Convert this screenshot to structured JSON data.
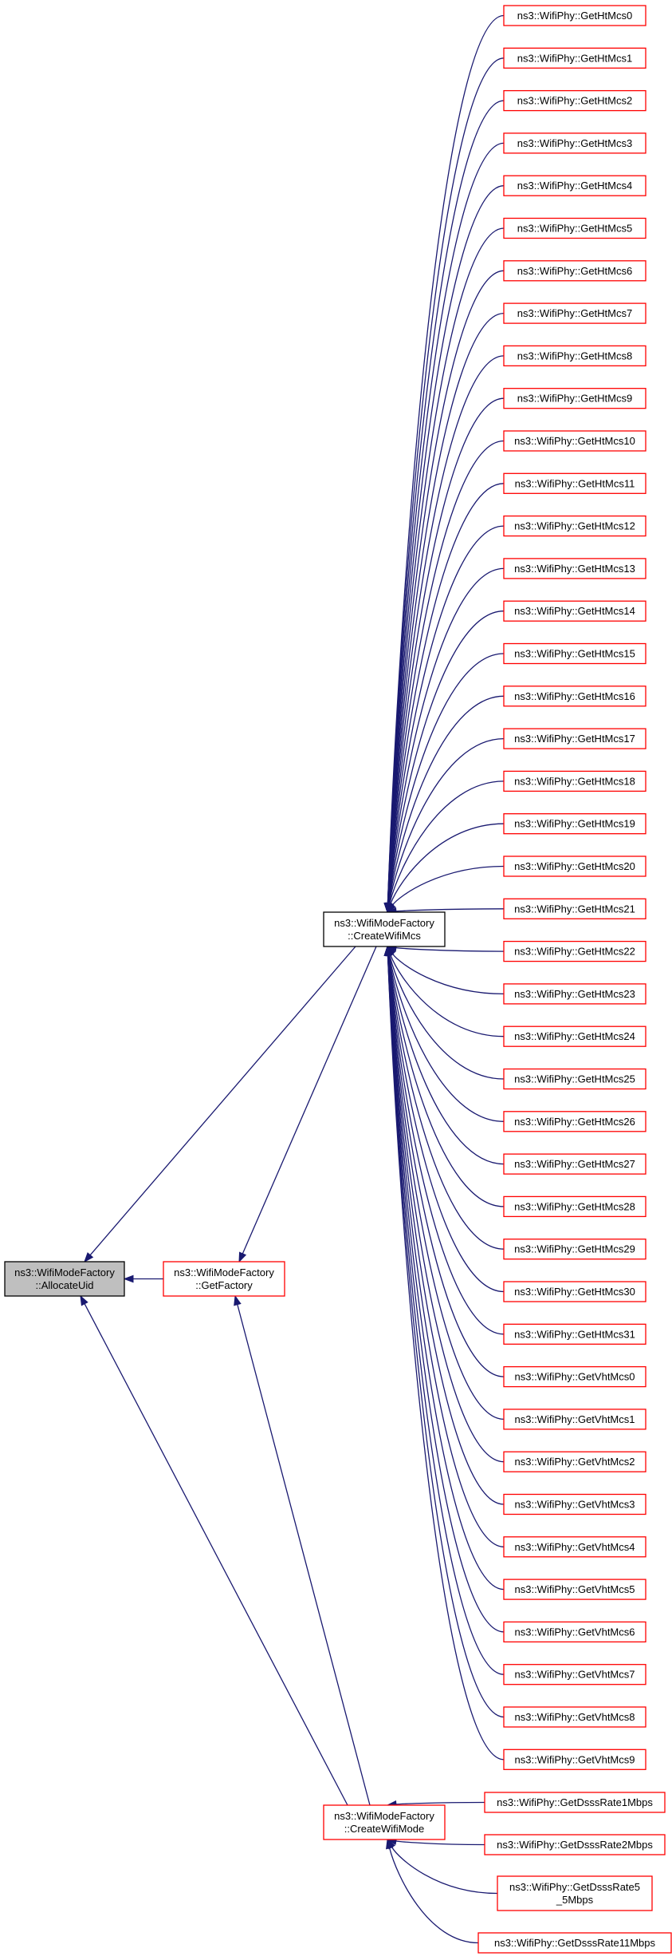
{
  "colors": {
    "edge": "#191970",
    "node_border_link": "#ff0000",
    "node_border_focus": "#000000",
    "node_fill_focus": "#bfbfbf",
    "node_fill": "#ffffff",
    "text": "#000000"
  },
  "graph": {
    "focus_node": {
      "id": "allocateuid",
      "lines": [
        "ns3::WifiModeFactory",
        "::AllocateUid"
      ]
    },
    "nodes": [
      {
        "id": "getfactory",
        "lines": [
          "ns3::WifiModeFactory",
          "::GetFactory"
        ]
      },
      {
        "id": "createwifimcs",
        "lines": [
          "ns3::WifiModeFactory",
          "::CreateWifiMcs"
        ],
        "border": "black"
      },
      {
        "id": "createwifimode",
        "lines": [
          "ns3::WifiModeFactory",
          "::CreateWifiMode"
        ]
      },
      {
        "id": "ht0",
        "lines": [
          "ns3::WifiPhy::GetHtMcs0"
        ]
      },
      {
        "id": "ht1",
        "lines": [
          "ns3::WifiPhy::GetHtMcs1"
        ]
      },
      {
        "id": "ht2",
        "lines": [
          "ns3::WifiPhy::GetHtMcs2"
        ]
      },
      {
        "id": "ht3",
        "lines": [
          "ns3::WifiPhy::GetHtMcs3"
        ]
      },
      {
        "id": "ht4",
        "lines": [
          "ns3::WifiPhy::GetHtMcs4"
        ]
      },
      {
        "id": "ht5",
        "lines": [
          "ns3::WifiPhy::GetHtMcs5"
        ]
      },
      {
        "id": "ht6",
        "lines": [
          "ns3::WifiPhy::GetHtMcs6"
        ]
      },
      {
        "id": "ht7",
        "lines": [
          "ns3::WifiPhy::GetHtMcs7"
        ]
      },
      {
        "id": "ht8",
        "lines": [
          "ns3::WifiPhy::GetHtMcs8"
        ]
      },
      {
        "id": "ht9",
        "lines": [
          "ns3::WifiPhy::GetHtMcs9"
        ]
      },
      {
        "id": "ht10",
        "lines": [
          "ns3::WifiPhy::GetHtMcs10"
        ]
      },
      {
        "id": "ht11",
        "lines": [
          "ns3::WifiPhy::GetHtMcs11"
        ]
      },
      {
        "id": "ht12",
        "lines": [
          "ns3::WifiPhy::GetHtMcs12"
        ]
      },
      {
        "id": "ht13",
        "lines": [
          "ns3::WifiPhy::GetHtMcs13"
        ]
      },
      {
        "id": "ht14",
        "lines": [
          "ns3::WifiPhy::GetHtMcs14"
        ]
      },
      {
        "id": "ht15",
        "lines": [
          "ns3::WifiPhy::GetHtMcs15"
        ]
      },
      {
        "id": "ht16",
        "lines": [
          "ns3::WifiPhy::GetHtMcs16"
        ]
      },
      {
        "id": "ht17",
        "lines": [
          "ns3::WifiPhy::GetHtMcs17"
        ]
      },
      {
        "id": "ht18",
        "lines": [
          "ns3::WifiPhy::GetHtMcs18"
        ]
      },
      {
        "id": "ht19",
        "lines": [
          "ns3::WifiPhy::GetHtMcs19"
        ]
      },
      {
        "id": "ht20",
        "lines": [
          "ns3::WifiPhy::GetHtMcs20"
        ]
      },
      {
        "id": "ht21",
        "lines": [
          "ns3::WifiPhy::GetHtMcs21"
        ]
      },
      {
        "id": "ht22",
        "lines": [
          "ns3::WifiPhy::GetHtMcs22"
        ]
      },
      {
        "id": "ht23",
        "lines": [
          "ns3::WifiPhy::GetHtMcs23"
        ]
      },
      {
        "id": "ht24",
        "lines": [
          "ns3::WifiPhy::GetHtMcs24"
        ]
      },
      {
        "id": "ht25",
        "lines": [
          "ns3::WifiPhy::GetHtMcs25"
        ]
      },
      {
        "id": "ht26",
        "lines": [
          "ns3::WifiPhy::GetHtMcs26"
        ]
      },
      {
        "id": "ht27",
        "lines": [
          "ns3::WifiPhy::GetHtMcs27"
        ]
      },
      {
        "id": "ht28",
        "lines": [
          "ns3::WifiPhy::GetHtMcs28"
        ]
      },
      {
        "id": "ht29",
        "lines": [
          "ns3::WifiPhy::GetHtMcs29"
        ]
      },
      {
        "id": "ht30",
        "lines": [
          "ns3::WifiPhy::GetHtMcs30"
        ]
      },
      {
        "id": "ht31",
        "lines": [
          "ns3::WifiPhy::GetHtMcs31"
        ]
      },
      {
        "id": "vht0",
        "lines": [
          "ns3::WifiPhy::GetVhtMcs0"
        ]
      },
      {
        "id": "vht1",
        "lines": [
          "ns3::WifiPhy::GetVhtMcs1"
        ]
      },
      {
        "id": "vht2",
        "lines": [
          "ns3::WifiPhy::GetVhtMcs2"
        ]
      },
      {
        "id": "vht3",
        "lines": [
          "ns3::WifiPhy::GetVhtMcs3"
        ]
      },
      {
        "id": "vht4",
        "lines": [
          "ns3::WifiPhy::GetVhtMcs4"
        ]
      },
      {
        "id": "vht5",
        "lines": [
          "ns3::WifiPhy::GetVhtMcs5"
        ]
      },
      {
        "id": "vht6",
        "lines": [
          "ns3::WifiPhy::GetVhtMcs6"
        ]
      },
      {
        "id": "vht7",
        "lines": [
          "ns3::WifiPhy::GetVhtMcs7"
        ]
      },
      {
        "id": "vht8",
        "lines": [
          "ns3::WifiPhy::GetVhtMcs8"
        ]
      },
      {
        "id": "vht9",
        "lines": [
          "ns3::WifiPhy::GetVhtMcs9"
        ]
      },
      {
        "id": "dsss1",
        "lines": [
          "ns3::WifiPhy::GetDsssRate1Mbps"
        ]
      },
      {
        "id": "dsss2",
        "lines": [
          "ns3::WifiPhy::GetDsssRate2Mbps"
        ]
      },
      {
        "id": "dsss55",
        "lines": [
          "ns3::WifiPhy::GetDsssRate5",
          "_5Mbps"
        ]
      },
      {
        "id": "dsss11",
        "lines": [
          "ns3::WifiPhy::GetDsssRate11Mbps"
        ]
      }
    ],
    "edges": [
      [
        "getfactory",
        "allocateuid"
      ],
      [
        "createwifimcs",
        "allocateuid"
      ],
      [
        "createwifimode",
        "allocateuid"
      ],
      [
        "createwifimcs",
        "getfactory"
      ],
      [
        "createwifimode",
        "getfactory"
      ],
      [
        "ht0",
        "createwifimcs"
      ],
      [
        "ht1",
        "createwifimcs"
      ],
      [
        "ht2",
        "createwifimcs"
      ],
      [
        "ht3",
        "createwifimcs"
      ],
      [
        "ht4",
        "createwifimcs"
      ],
      [
        "ht5",
        "createwifimcs"
      ],
      [
        "ht6",
        "createwifimcs"
      ],
      [
        "ht7",
        "createwifimcs"
      ],
      [
        "ht8",
        "createwifimcs"
      ],
      [
        "ht9",
        "createwifimcs"
      ],
      [
        "ht10",
        "createwifimcs"
      ],
      [
        "ht11",
        "createwifimcs"
      ],
      [
        "ht12",
        "createwifimcs"
      ],
      [
        "ht13",
        "createwifimcs"
      ],
      [
        "ht14",
        "createwifimcs"
      ],
      [
        "ht15",
        "createwifimcs"
      ],
      [
        "ht16",
        "createwifimcs"
      ],
      [
        "ht17",
        "createwifimcs"
      ],
      [
        "ht18",
        "createwifimcs"
      ],
      [
        "ht19",
        "createwifimcs"
      ],
      [
        "ht20",
        "createwifimcs"
      ],
      [
        "ht21",
        "createwifimcs"
      ],
      [
        "ht22",
        "createwifimcs"
      ],
      [
        "ht23",
        "createwifimcs"
      ],
      [
        "ht24",
        "createwifimcs"
      ],
      [
        "ht25",
        "createwifimcs"
      ],
      [
        "ht26",
        "createwifimcs"
      ],
      [
        "ht27",
        "createwifimcs"
      ],
      [
        "ht28",
        "createwifimcs"
      ],
      [
        "ht29",
        "createwifimcs"
      ],
      [
        "ht30",
        "createwifimcs"
      ],
      [
        "ht31",
        "createwifimcs"
      ],
      [
        "vht0",
        "createwifimcs"
      ],
      [
        "vht1",
        "createwifimcs"
      ],
      [
        "vht2",
        "createwifimcs"
      ],
      [
        "vht3",
        "createwifimcs"
      ],
      [
        "vht4",
        "createwifimcs"
      ],
      [
        "vht5",
        "createwifimcs"
      ],
      [
        "vht6",
        "createwifimcs"
      ],
      [
        "vht7",
        "createwifimcs"
      ],
      [
        "vht8",
        "createwifimcs"
      ],
      [
        "vht9",
        "createwifimcs"
      ],
      [
        "dsss1",
        "createwifimode"
      ],
      [
        "dsss2",
        "createwifimode"
      ],
      [
        "dsss55",
        "createwifimode"
      ],
      [
        "dsss11",
        "createwifimode"
      ]
    ]
  }
}
